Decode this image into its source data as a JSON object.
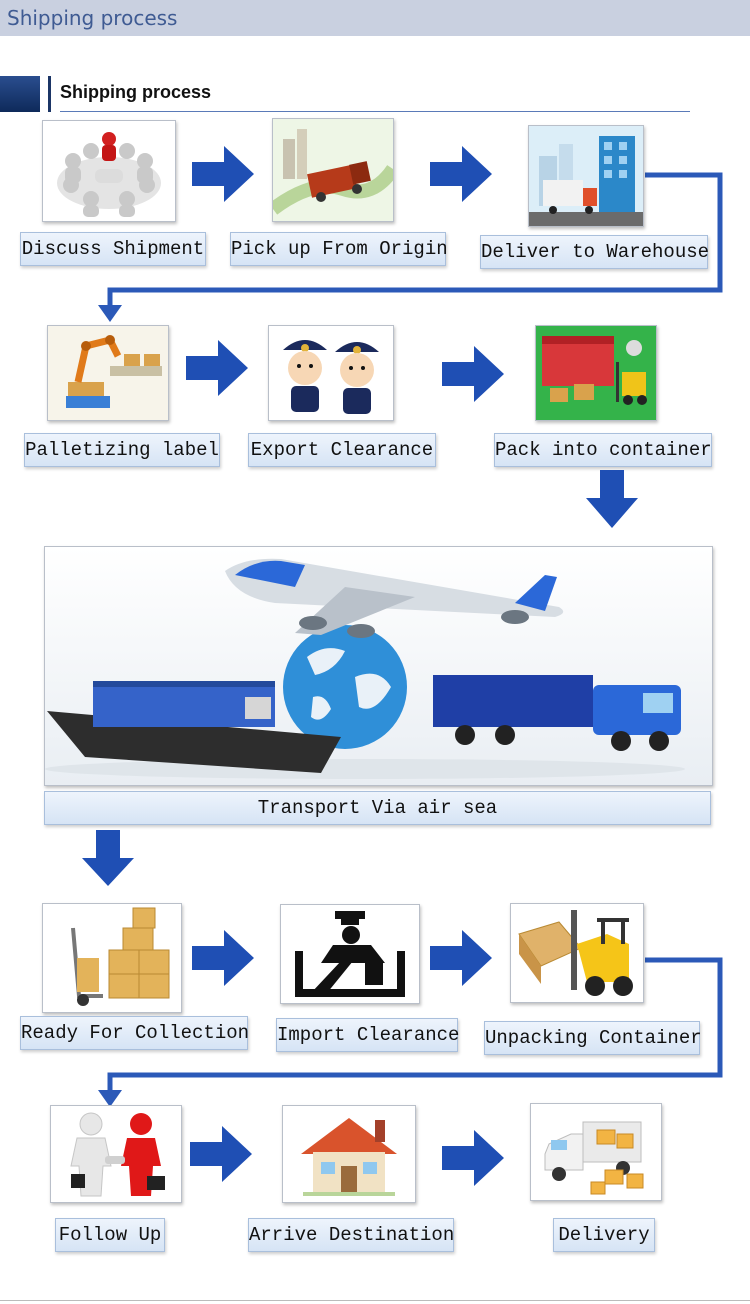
{
  "topbar": {
    "title": "Shipping process"
  },
  "header": {
    "title": "Shipping process"
  },
  "steps": [
    {
      "label": "Discuss Shipment",
      "icon": "meeting-icon"
    },
    {
      "label": "Pick up From Origin",
      "icon": "truck-road-icon"
    },
    {
      "label": "Deliver to Warehouse",
      "icon": "warehouse-icon"
    },
    {
      "label": "Palletizing label",
      "icon": "robot-arm-icon"
    },
    {
      "label": "Export Clearance",
      "icon": "customs-officers-icon"
    },
    {
      "label": "Pack into container",
      "icon": "container-forklift-icon"
    },
    {
      "label": "Ready For Collection",
      "icon": "boxes-trolley-icon"
    },
    {
      "label": "Import Clearance",
      "icon": "customs-sign-icon"
    },
    {
      "label": "Unpacking Container",
      "icon": "forklift-icon"
    },
    {
      "label": "Follow Up",
      "icon": "handshake-icon"
    },
    {
      "label": "Arrive Destination",
      "icon": "house-icon"
    },
    {
      "label": "Delivery",
      "icon": "delivery-van-icon"
    }
  ],
  "transport": {
    "label": "Transport Via air sea",
    "icon": "plane-ship-truck-globe-icon"
  },
  "colors": {
    "arrow": "#1f4fb4",
    "connector": "#2b59b8",
    "label_bg": "#dde8f6"
  }
}
